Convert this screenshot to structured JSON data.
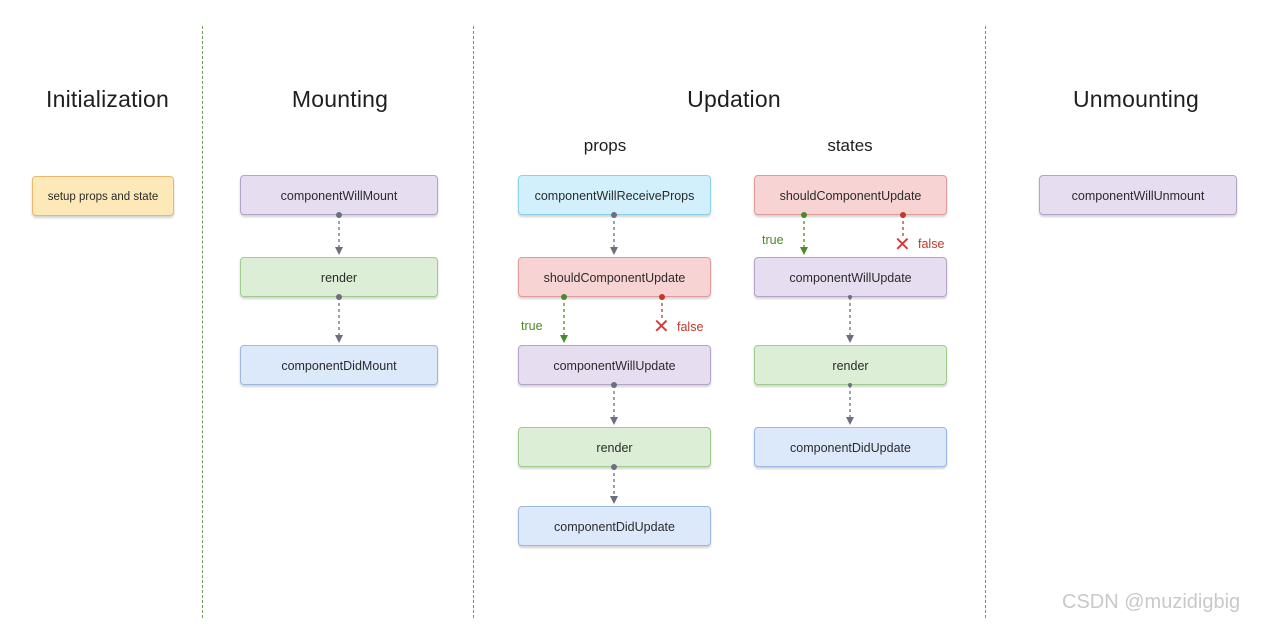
{
  "phases": {
    "initialization": "Initialization",
    "mounting": "Mounting",
    "updation": "Updation",
    "unmounting": "Unmounting"
  },
  "subphases": {
    "props": "props",
    "states": "states"
  },
  "nodes": {
    "setup": "setup props and state",
    "m_will_mount": "componentWillMount",
    "m_render": "render",
    "m_did_mount": "componentDidMount",
    "p_will_receive": "componentWillReceiveProps",
    "p_should_update": "shouldComponentUpdate",
    "p_will_update": "componentWillUpdate",
    "p_render": "render",
    "p_did_update": "componentDidUpdate",
    "s_should_update": "shouldComponentUpdate",
    "s_will_update": "componentWillUpdate",
    "s_render": "render",
    "s_did_update": "componentDidUpdate",
    "u_will_unmount": "componentWillUnmount"
  },
  "edge_labels": {
    "true": "true",
    "false": "false"
  },
  "watermark": "CSDN @muzidigbig",
  "colors": {
    "divider": "#6f9a5a",
    "true": "#4b8a2a",
    "false": "#c0392b",
    "arrow": "#6b6f80"
  }
}
